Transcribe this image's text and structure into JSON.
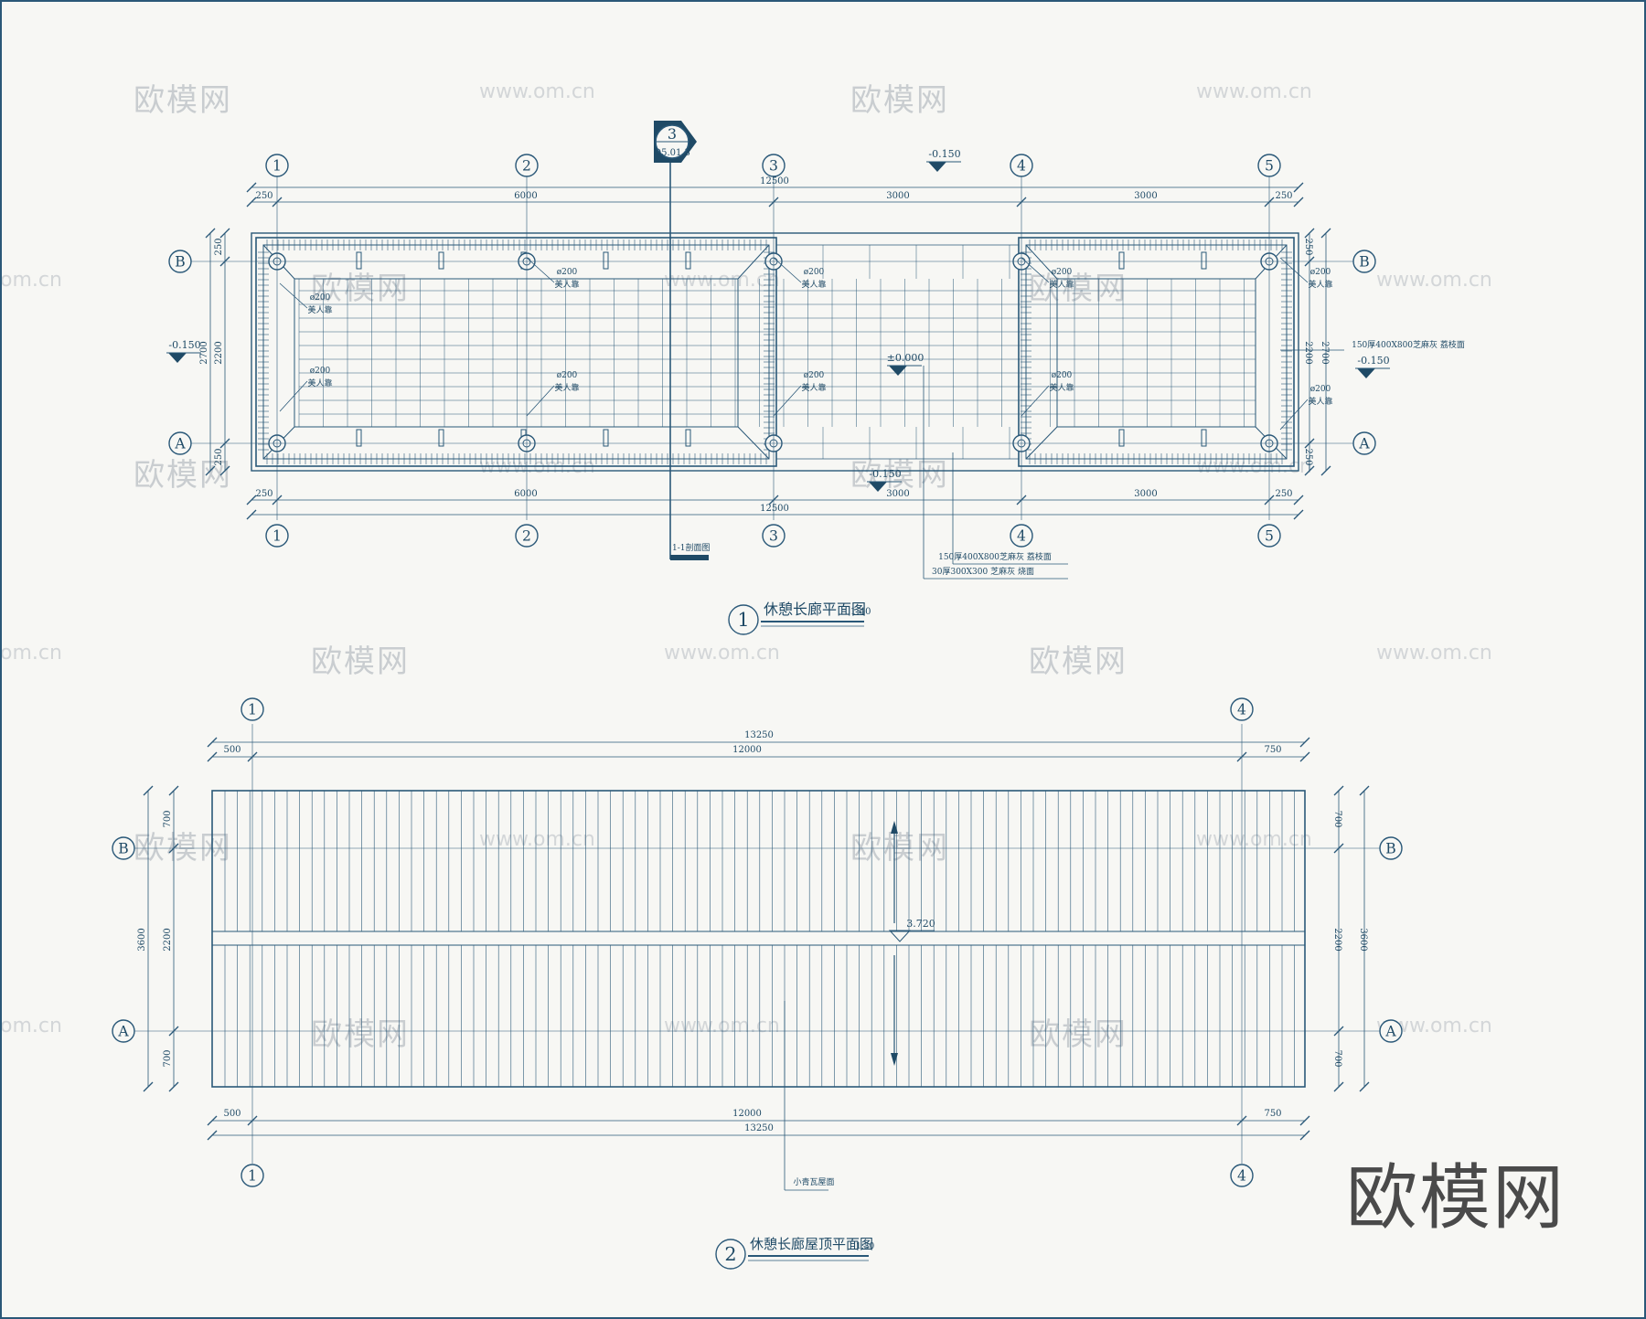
{
  "colors": {
    "line": "#2a5878",
    "accent": "#1f4a66",
    "background": "#f7f7f4",
    "watermark": "#c9cdd0"
  },
  "plan": {
    "title": "休憩长廊平面图",
    "scale": "1:40",
    "drawing_no": "1",
    "axes_x": [
      "1",
      "2",
      "3",
      "4",
      "5"
    ],
    "axes_y": [
      "B",
      "A"
    ],
    "dim_top_segments": [
      "250",
      "6000",
      "3000",
      "3000",
      "250"
    ],
    "dim_total": "12500",
    "dim_side": [
      "250",
      "2200",
      "250"
    ],
    "dim_side_total": "2700",
    "elev_out": "-0.150",
    "elev_floor": "±0.000",
    "section_mark_no": "3",
    "section_mark_sheet": "D5.01.3",
    "section_label": "1-1剖面图",
    "col_size": "ø200",
    "col_label": "美人靠",
    "note_paving_1": "150厚400X800芝麻灰 荔枝面",
    "note_paving_2": "150厚400X800芝麻灰 荔枝面",
    "note_paving_3": "30厚300X300 芝麻灰 烧面"
  },
  "roof": {
    "title": "休憩长廊屋顶平面图",
    "scale": "1:30",
    "drawing_no": "2",
    "axes_x": [
      "1",
      "4"
    ],
    "axes_y": [
      "B",
      "A"
    ],
    "dim_segments": [
      "500",
      "12000",
      "750"
    ],
    "dim_total": "13250",
    "dim_side": [
      "700",
      "2200",
      "700"
    ],
    "dim_side_total": "3600",
    "ridge_elev": "3.720",
    "roof_note": "小青瓦屋面"
  },
  "watermarks": {
    "brand_cn": "欧模网",
    "url": "www.om.cn",
    "url_cut": "om.cn"
  }
}
